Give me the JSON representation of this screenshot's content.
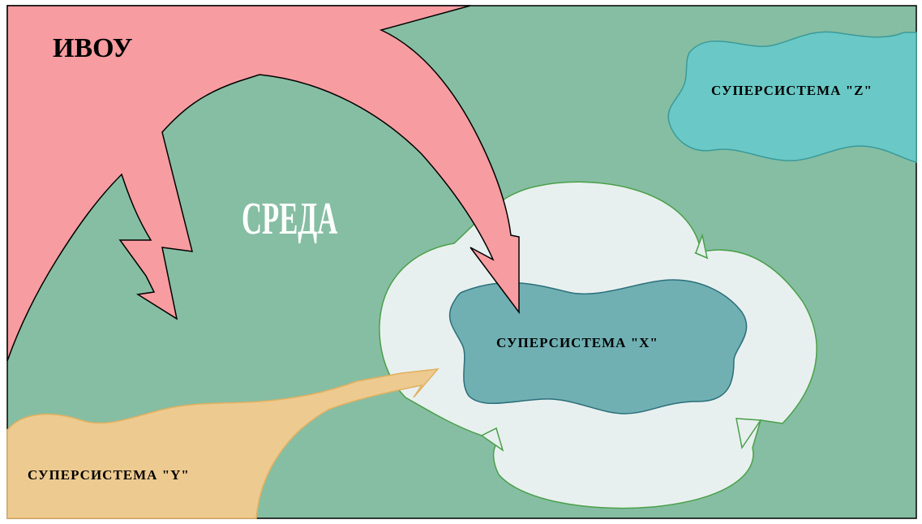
{
  "labels": {
    "ivou": "ИВОУ",
    "environment": "СРЕДА",
    "supersystem_x": "СУПЕРСИСТЕМА \"X\"",
    "supersystem_y": "СУПЕРСИСТЕМА \"Y\"",
    "supersystem_z": "СУПЕРСИСТЕМА \"Z\""
  },
  "colors": {
    "environment": "#86bea3",
    "ivou": "#f79ca0",
    "supersystem_x": "#70b0b3",
    "supersystem_x_boundary": "#e8f0ef",
    "supersystem_y": "#edca8f",
    "supersystem_z": "#6ac9c6",
    "env_label": "#ffffff"
  }
}
